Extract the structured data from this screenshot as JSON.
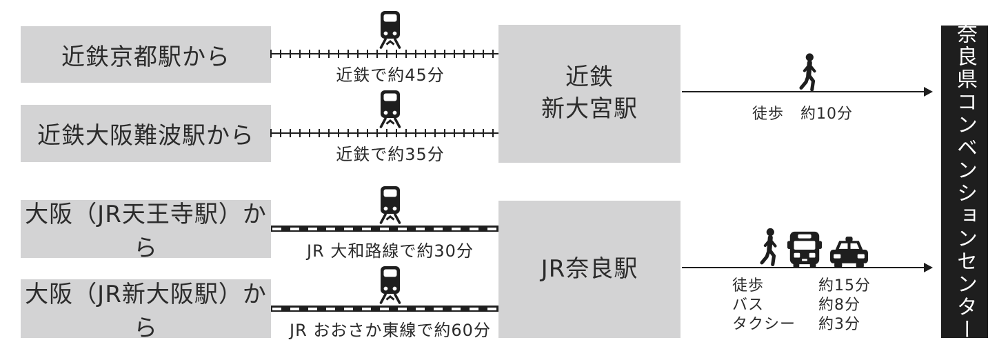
{
  "colors": {
    "box_background": "#d3d3d4",
    "ink": "#1e1e1e",
    "text": "#2b2b2b",
    "banner_background": "#1e1e1e",
    "banner_text": "#ffffff"
  },
  "routes": [
    {
      "origin": "近鉄京都駅から",
      "icon": "train-icon",
      "line_style": "private-railway-ticks",
      "duration_label": "近鉄で約45分"
    },
    {
      "origin": "近鉄大阪難波駅から",
      "icon": "train-icon",
      "line_style": "private-railway-ticks",
      "duration_label": "近鉄で約35分"
    },
    {
      "origin": "大阪（JR天王寺駅）から",
      "icon": "train-icon",
      "line_style": "jr-dashed",
      "duration_label": "JR 大和路線で約30分"
    },
    {
      "origin": "大阪（JR新大阪駅）から",
      "icon": "train-icon",
      "line_style": "jr-dashed",
      "duration_label": "JR おおさか東線で約60分"
    }
  ],
  "hubs": [
    {
      "name_lines": [
        "近鉄",
        "新大宮駅"
      ],
      "egress": {
        "icons": [
          "walking-person-icon"
        ],
        "rows": [
          {
            "mode": "徒歩",
            "time": "約10分"
          }
        ]
      }
    },
    {
      "name_lines": [
        "JR奈良駅"
      ],
      "egress": {
        "icons": [
          "walking-person-icon",
          "bus-icon",
          "taxi-icon"
        ],
        "rows": [
          {
            "mode": "徒歩",
            "time": "約15分"
          },
          {
            "mode": "バス",
            "time": "約8分"
          },
          {
            "mode": "タクシー",
            "time": "約3分"
          }
        ]
      }
    }
  ],
  "destination": {
    "label": "奈良県コンベンションセンター"
  }
}
